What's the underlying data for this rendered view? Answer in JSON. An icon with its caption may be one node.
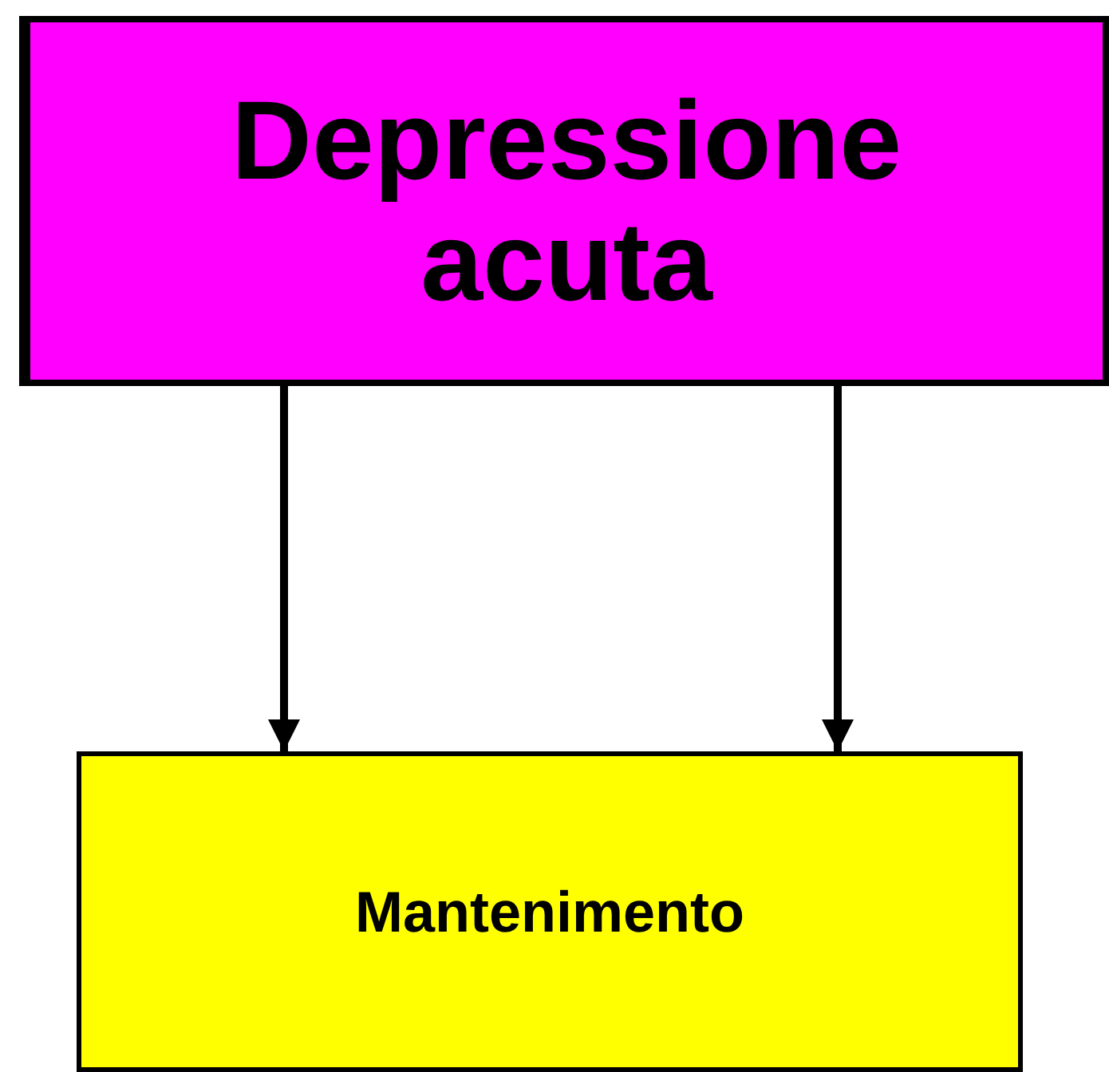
{
  "diagram": {
    "nodes": [
      {
        "text": [
          "Depressione acuta"
        ]
      },
      {
        "text": [
          "Mantenimento"
        ]
      }
    ],
    "edges": [
      {
        "from": 0,
        "to": 1,
        "arrow": "to"
      },
      {
        "from": 0,
        "to": 1,
        "arrow": "to"
      }
    ]
  }
}
